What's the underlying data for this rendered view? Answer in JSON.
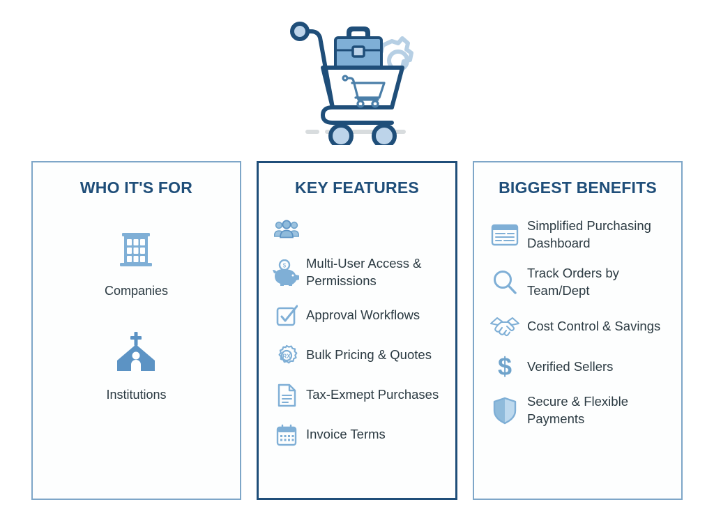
{
  "hero": {
    "icon": "shopping-cart-with-briefcase-and-gear",
    "colors": {
      "outline_dark": "#1F4E79",
      "fill_light": "#7FAFD6",
      "fill_pale": "#BDD4EA",
      "gear_outline": "#B6CFE4",
      "shadow": "#D8DCDE"
    }
  },
  "theme": {
    "title_color": "#1F4E79",
    "body_text_color": "#2b3a42",
    "icon_blue": "#7FAFD6",
    "icon_blue_dark": "#5C93C4",
    "card_border_light": "#7EA6C8",
    "card_border_dark": "#1F4E79",
    "background": "#FFFFFF"
  },
  "columns": [
    {
      "id": "who-its-for",
      "title": "WHO IT'S FOR",
      "emphasized": false,
      "items": [
        {
          "icon": "office-building-icon",
          "label": "Companies"
        },
        {
          "icon": "church-institution-icon",
          "label": "Institutions"
        }
      ]
    },
    {
      "id": "key-features",
      "title": "KEY FEATURES",
      "emphasized": true,
      "items": [
        {
          "icon": "users-group-icon",
          "label": ""
        },
        {
          "icon": "piggy-bank-icon",
          "label": "Multi-User Access & Permissions"
        },
        {
          "icon": "checkbox-check-icon",
          "label": "Approval Workflows"
        },
        {
          "icon": "rx-gear-icon",
          "label": "Bulk Pricing & Quotes"
        },
        {
          "icon": "document-lines-icon",
          "label": "Tax-Exmept Purchases"
        },
        {
          "icon": "calendar-icon",
          "label": "Invoice Terms"
        }
      ]
    },
    {
      "id": "biggest-benefits",
      "title": "BIGGEST BENEFITS",
      "emphasized": false,
      "items": [
        {
          "icon": "dashboard-window-icon",
          "label": "Simplified Purchasing Dashboard"
        },
        {
          "icon": "magnifier-search-icon",
          "label": "Track Orders by Team/Dept"
        },
        {
          "icon": "handshake-icon",
          "label": "Cost Control & Savings"
        },
        {
          "icon": "dollar-sign-icon",
          "label": "Verified Sellers"
        },
        {
          "icon": "shield-icon",
          "label": "Secure & Flexible Payments"
        }
      ]
    }
  ]
}
